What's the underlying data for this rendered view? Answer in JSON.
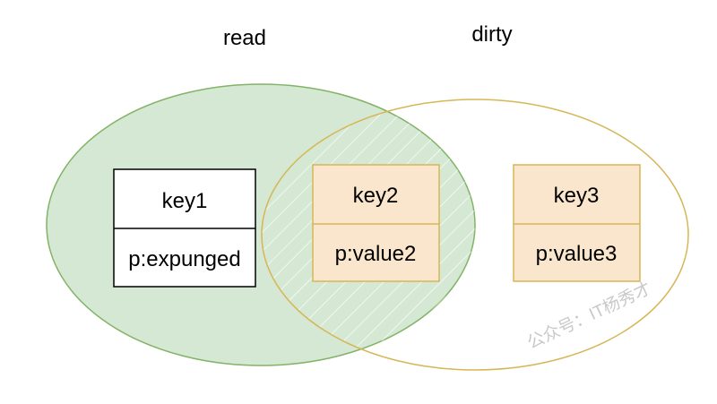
{
  "diagram": {
    "sets": {
      "read": {
        "label": "read",
        "fill": "#d5e8d4",
        "stroke": "#82b366"
      },
      "dirty": {
        "label": "dirty",
        "fill": "none",
        "stroke": "#d6b656"
      }
    },
    "hatch_color": "#ffffff",
    "entries": [
      {
        "key": "key1",
        "value": "p:expunged",
        "fill": "#ffffff",
        "stroke": "#000000"
      },
      {
        "key": "key2",
        "value": "p:value2",
        "fill": "#fae6cc",
        "stroke": "#d6b656"
      },
      {
        "key": "key3",
        "value": "p:value3",
        "fill": "#fae6cc",
        "stroke": "#d6b656"
      }
    ],
    "watermark": {
      "text": "公众号：IT杨秀才",
      "color": "#c9c9c9"
    }
  }
}
